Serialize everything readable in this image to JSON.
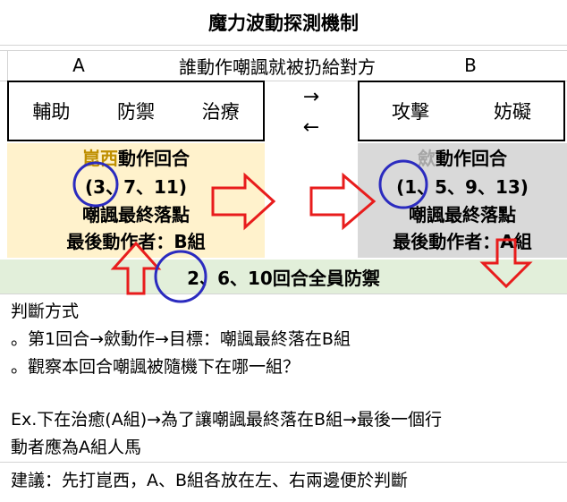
{
  "title": "魔力波動探測機制",
  "header": {
    "group_a": "A",
    "rule": "誰動作嘲諷就被扔給對方",
    "group_b": "B"
  },
  "group_a_roles": [
    "輔助",
    "防禦",
    "治療"
  ],
  "group_b_roles": [
    "攻擊",
    "妨礙"
  ],
  "swap_arrows": {
    "right": "→",
    "left": "←"
  },
  "left_panel": {
    "name_highlight": "崑西",
    "title_rest": "動作回合",
    "rounds": "(3、7、11)",
    "result": "嘲諷最終落點",
    "last_actor": "最後動作者：B組"
  },
  "right_panel": {
    "name_highlight": "歛",
    "title_rest": "動作回合",
    "rounds": "(1、5、9、13)",
    "result": "嘲諷最終落點",
    "last_actor": "最後動作者：A組"
  },
  "defense_bar": "2、6、10回合全員防禦",
  "judgement": {
    "heading": "判斷方式",
    "line1": "。第1回合→歛動作→目標：嘲諷最終落在B組",
    "line2": "。觀察本回合嘲諷被隨機下在哪一組？",
    "example_1": "Ex.下在治癒(A組)→為了讓嘲諷最終落在B組→最後一個行",
    "example_2": "動者應為A組人馬"
  },
  "advice": "建議：先打崑西，A、B組各放在左、右兩邊便於判斷",
  "colors": {
    "left_panel_bg": "#fff2cc",
    "right_panel_bg": "#d9d9d9",
    "defense_bar_bg": "#e2efda",
    "arrow_red": "#e81c1c",
    "circle_blue": "#2b2bbf"
  }
}
